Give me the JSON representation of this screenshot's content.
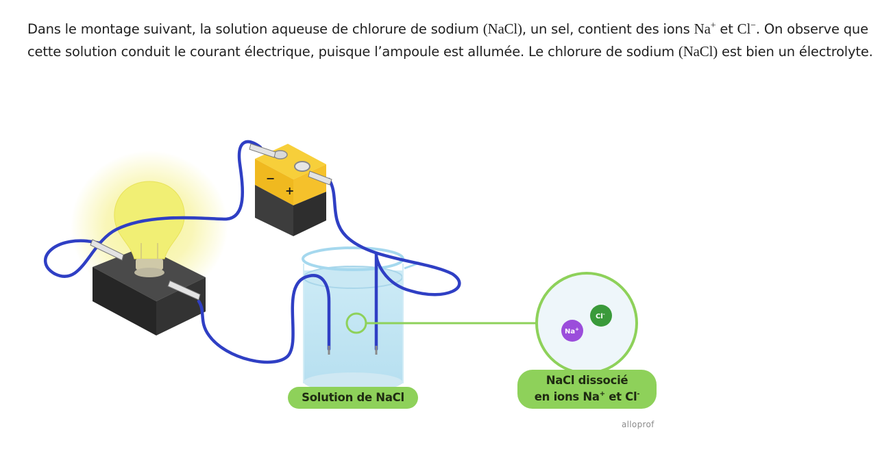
{
  "intro": {
    "part1": "Dans le montage suivant, la solution aqueuse de chlorure de sodium ",
    "formula1": "(NaCl)",
    "part2": ", un sel, contient des ions ",
    "ion_na": "Na",
    "ion_na_charge": "+",
    "part3": " et ",
    "ion_cl": "Cl",
    "ion_cl_charge": "−",
    "part4": ". On observe que cette solution conduit le courant électrique, puisque l’ampoule est allumée. Le chlorure de sodium ",
    "formula2": "(NaCl)",
    "part5": " est bien un électrolyte."
  },
  "battery": {
    "minus_sign": "−",
    "plus_sign": "+"
  },
  "zoom": {
    "na_label": "Na",
    "na_charge": "+",
    "cl_label": "Cl",
    "cl_charge": "-"
  },
  "labels": {
    "solution": "Solution de NaCl",
    "ions_line1": "NaCl dissocié",
    "ions_line2_prefix": "en ions Na",
    "ions_line2_na_charge": "+",
    "ions_line2_mid": " et Cl",
    "ions_line2_cl_charge": "-"
  },
  "credit": "alloprof",
  "colors": {
    "wire": "#2f3fc4",
    "bulb_glow": "#f4f07a",
    "battery_top": "#f5c12b",
    "battery_body": "#3a3a3a",
    "water": "#bfe3f2",
    "pill_green": "#8ed15a",
    "na_ion": "#9b4ddb",
    "cl_ion": "#3a9a3a",
    "magnifier_ring": "#8ed15a"
  }
}
